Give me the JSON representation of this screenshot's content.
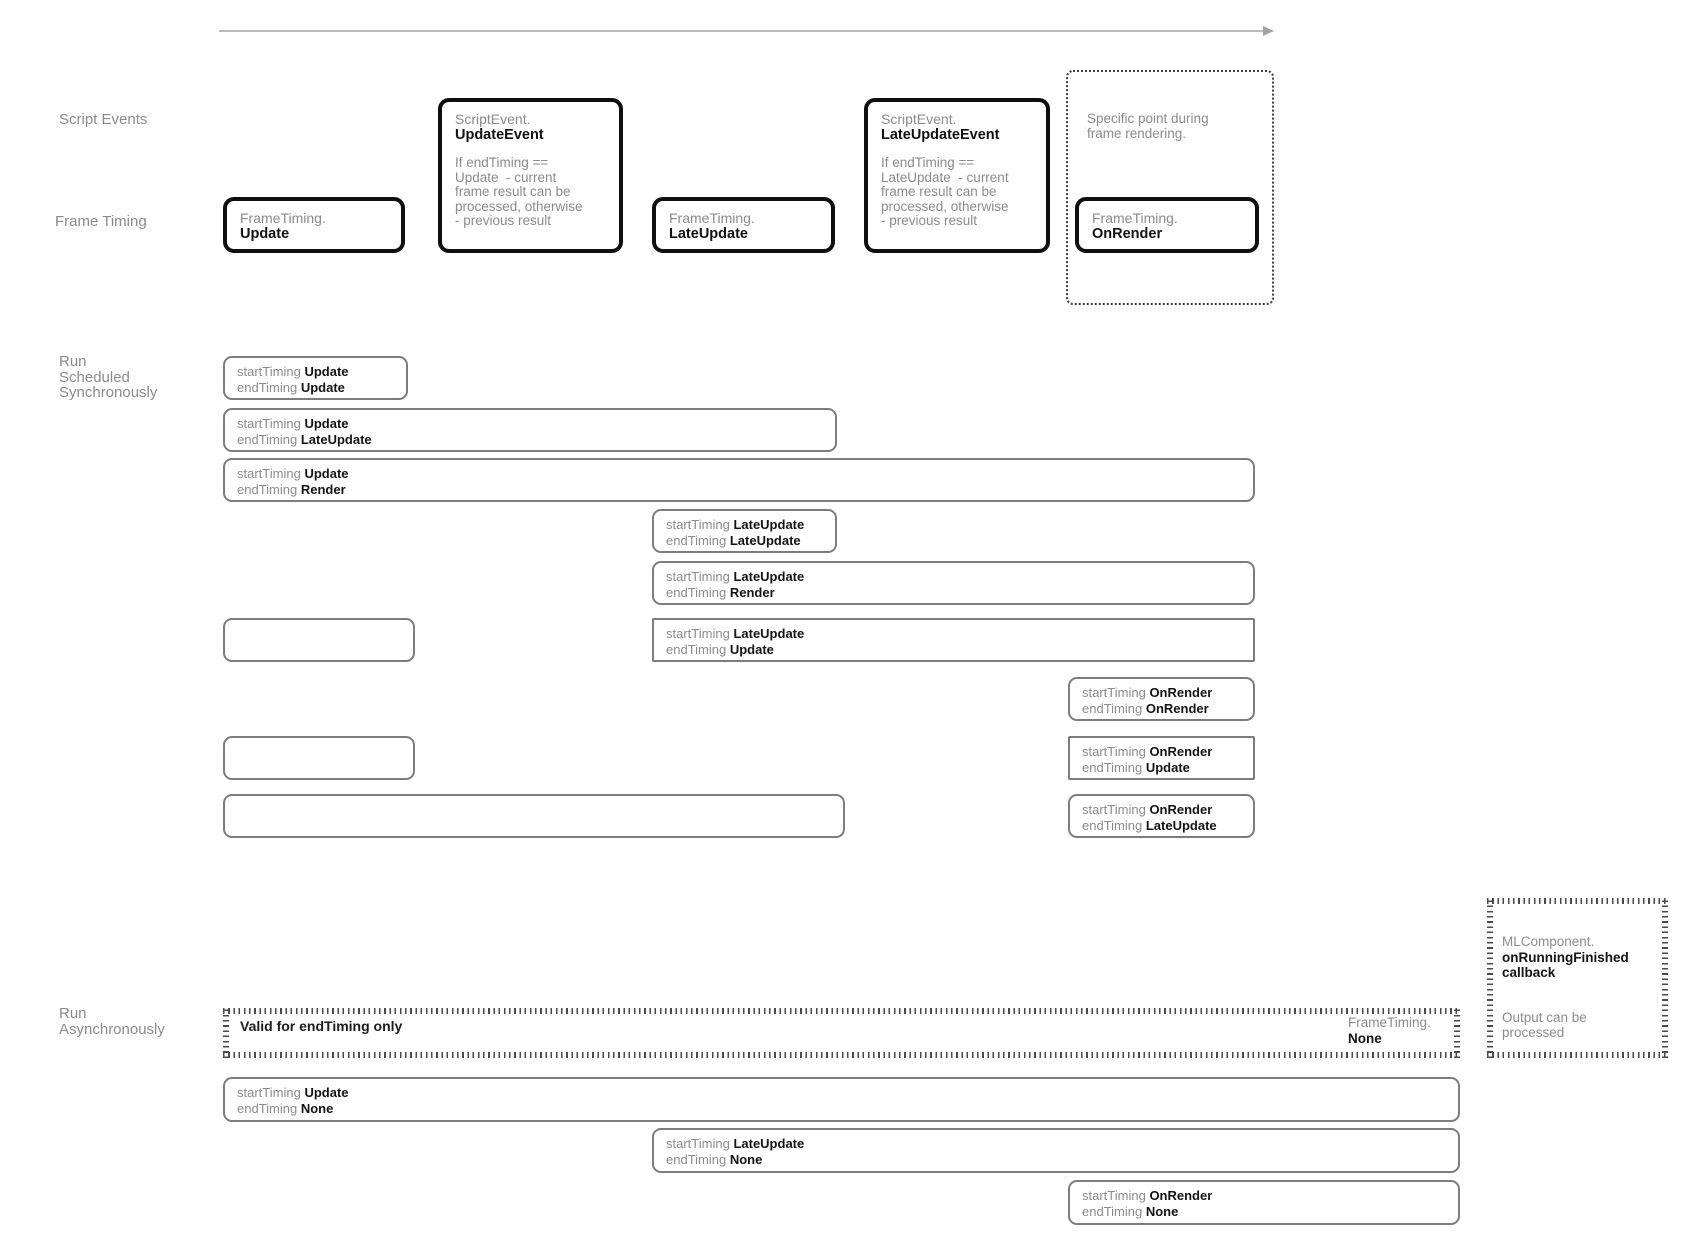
{
  "colors": {
    "background": "#ffffff",
    "heavy_border": "#0f0f0f",
    "light_border": "#7c7c7c",
    "gray_text": "#8b8b8b",
    "black_text": "#141414",
    "arrow": "#a3a3a3"
  },
  "row_labels": {
    "script_events": "Script Events",
    "frame_timing": "Frame Timing",
    "run_sync": "Run\nScheduled\nSynchronously",
    "run_async": "Run\nAsynchronously"
  },
  "timing_labels": {
    "start": "startTiming",
    "end": "endTiming"
  },
  "frame_boxes": {
    "update": {
      "prefix": "FrameTiming.",
      "name": "Update"
    },
    "late_update": {
      "prefix": "FrameTiming.",
      "name": "LateUpdate"
    },
    "on_render": {
      "prefix": "FrameTiming.",
      "name": "OnRender"
    }
  },
  "script_events": {
    "update": {
      "prefix": "ScriptEvent.",
      "name": "UpdateEvent",
      "description": "If endTiming ==\nUpdate  - current\nframe result can be\nprocessed, otherwise\n- previous result"
    },
    "late_update": {
      "prefix": "ScriptEvent.",
      "name": "LateUpdateEvent",
      "description": "If endTiming ==\nLateUpdate  - current\nframe result can be\nprocessed, otherwise\n- previous result"
    }
  },
  "render_note": "Specific point during\nframe rendering.",
  "sync_boxes": [
    {
      "start": "Update",
      "end": "Update"
    },
    {
      "start": "Update",
      "end": "LateUpdate"
    },
    {
      "start": "Update",
      "end": "Render"
    },
    {
      "start": "LateUpdate",
      "end": "LateUpdate"
    },
    {
      "start": "LateUpdate",
      "end": "Render"
    },
    {
      "start": "LateUpdate",
      "end": "Update"
    },
    {
      "start": "OnRender",
      "end": "OnRender"
    },
    {
      "start": "OnRender",
      "end": "Update"
    },
    {
      "start": "OnRender",
      "end": "LateUpdate"
    }
  ],
  "async_section": {
    "valid_note": "Valid for endTiming only",
    "frame_timing_none": {
      "prefix": "FrameTiming.",
      "name": "None"
    },
    "ml_component": {
      "prefix": "MLComponent.",
      "name": "onRunningFinished\ncallback",
      "note": "Output can be\nprocessed"
    }
  },
  "async_boxes": [
    {
      "start": "Update",
      "end": "None"
    },
    {
      "start": "LateUpdate",
      "end": "None"
    },
    {
      "start": "OnRender",
      "end": "None"
    }
  ]
}
